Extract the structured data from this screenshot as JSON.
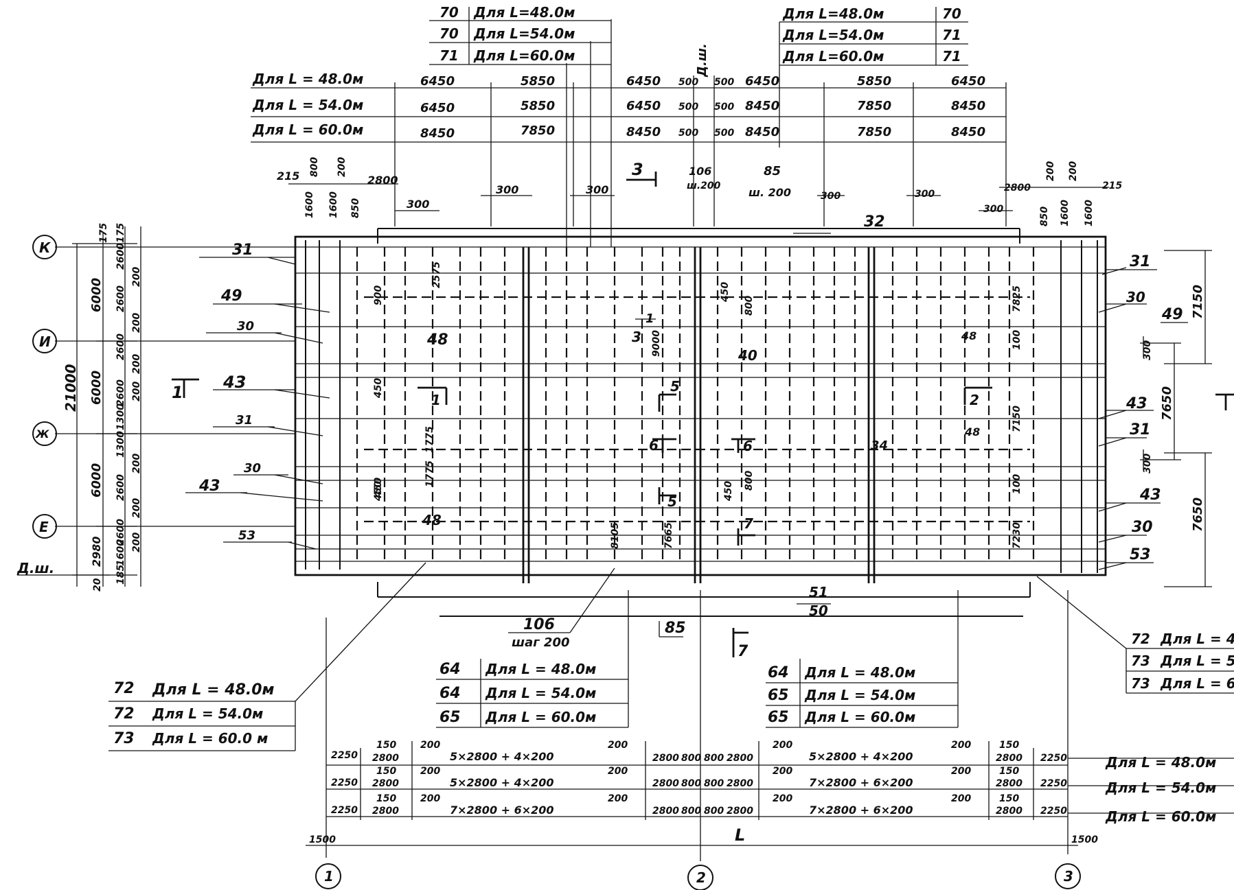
{
  "top_left_table": [
    {
      "pos": "70",
      "text": "Для L=48.0м"
    },
    {
      "pos": "70",
      "text": "Для L=54.0м"
    },
    {
      "pos": "71",
      "text": "Для L=60.0м"
    }
  ],
  "top_right_table": [
    {
      "text": "Для L=48.0м",
      "pos": "70"
    },
    {
      "text": "Для L=54.0м",
      "pos": "71"
    },
    {
      "text": "Для L=60.0м",
      "pos": "71"
    }
  ],
  "axis_d_sh": "Д.ш.",
  "length_labels": [
    "Для L = 48.0м",
    "Для L = 54.0м",
    "Для L = 60.0м"
  ],
  "dims_top": {
    "row1": [
      "6450",
      "5850",
      "6450",
      "500",
      "500",
      "6450",
      "5850",
      "6450"
    ],
    "row2": [
      "6450",
      "5850",
      "6450",
      "500",
      "500",
      "8450",
      "7850",
      "8450"
    ],
    "row3": [
      "8450",
      "7850",
      "8450",
      "500",
      "500",
      "8450",
      "7850",
      "8450"
    ]
  },
  "dims_second": {
    "left": [
      "215",
      "800",
      "200",
      "2800",
      "1600",
      "1600",
      "850",
      "300",
      "300",
      "300"
    ],
    "center": [
      "106",
      "ш.200",
      "85",
      "ш. 200"
    ],
    "right": [
      "300",
      "300",
      "300",
      "2800",
      "200",
      "200",
      "215",
      "850",
      "1600",
      "1600"
    ]
  },
  "section_marks": [
    "3",
    "1",
    "1",
    "2",
    "5",
    "6",
    "6",
    "5",
    "7",
    "7",
    "3",
    "1"
  ],
  "axes_rows": [
    "К",
    "И",
    "Ж",
    "Е"
  ],
  "axes_cols": [
    "1",
    "2",
    "3"
  ],
  "left_dims": {
    "outer": "21000",
    "mid": [
      "6000",
      "6000",
      "6000",
      "2980",
      "20"
    ],
    "inner": [
      "175",
      "2600",
      "2600",
      "2600",
      "2600",
      "1300",
      "1300",
      "2600",
      "2600",
      "1600",
      "175",
      "185"
    ],
    "small": [
      "200",
      "200",
      "200",
      "200",
      "200",
      "200",
      "200"
    ]
  },
  "right_dims": [
    "7150",
    "7650",
    "7650",
    "300",
    "300"
  ],
  "left_callouts": [
    "31",
    "49",
    "30",
    "43",
    "31",
    "30",
    "43",
    "53"
  ],
  "right_callouts": [
    "31",
    "30",
    "49",
    "43",
    "31",
    "43",
    "30",
    "53"
  ],
  "internal_labels": {
    "num_48": [
      "48",
      "48",
      "48",
      "48"
    ],
    "num_32": "32",
    "num_34": "34",
    "num_40": "40",
    "num_51": "51",
    "num_50": "50",
    "num_106": "106",
    "shag": "шаг 200",
    "num_85": "85",
    "dims": [
      "2575",
      "900",
      "450",
      "9000",
      "450",
      "7825",
      "100",
      "450",
      "1775",
      "1775",
      "7150",
      "800",
      "450",
      "100",
      "8105",
      "7665",
      "450",
      "800",
      "7230"
    ]
  },
  "bottom_left_table": [
    {
      "pos": "72",
      "text": "Для L = 48.0м"
    },
    {
      "pos": "72",
      "text": "Для L = 54.0м"
    },
    {
      "pos": "73",
      "text": "Для L = 60.0 м"
    }
  ],
  "bottom_mid_table": [
    {
      "pos": "64",
      "text": "Для L = 48.0м"
    },
    {
      "pos": "64",
      "text": "Для L = 54.0м"
    },
    {
      "pos": "65",
      "text": "Для L = 60.0м"
    }
  ],
  "bottom_mid2_table": [
    {
      "pos": "64",
      "text": "Для L = 48.0м"
    },
    {
      "pos": "65",
      "text": "Для L = 54.0м"
    },
    {
      "pos": "65",
      "text": "Для L = 60.0м"
    }
  ],
  "bottom_right_table": [
    {
      "pos": "72",
      "text": "Для L = 4"
    },
    {
      "pos": "73",
      "text": "Для L = 5"
    },
    {
      "pos": "73",
      "text": "Для L = 6"
    }
  ],
  "bottom_dims": {
    "row1": [
      "2250",
      "150",
      "2800",
      "200",
      "5×2800 + 4×200",
      "200",
      "2800",
      "800",
      "800",
      "2800",
      "200",
      "5×2800 + 4×200",
      "200",
      "150",
      "2800",
      "2250"
    ],
    "row2": [
      "2250",
      "150",
      "2800",
      "200",
      "5×2800 + 4×200",
      "200",
      "2800",
      "800",
      "800",
      "2800",
      "200",
      "7×2800 + 6×200",
      "200",
      "150",
      "2800",
      "2250"
    ],
    "row3": [
      "2250",
      "150",
      "2800",
      "200",
      "7×2800 + 6×200",
      "200",
      "2800",
      "800",
      "800",
      "2800",
      "200",
      "7×2800 + 6×200",
      "200",
      "150",
      "2800",
      "2250"
    ],
    "overall": "L",
    "ends": [
      "1500",
      "1500"
    ]
  },
  "bottom_right_lengths": [
    "Для L = 48.0м",
    "Для L = 54.0м",
    "Для L = 60.0м"
  ]
}
